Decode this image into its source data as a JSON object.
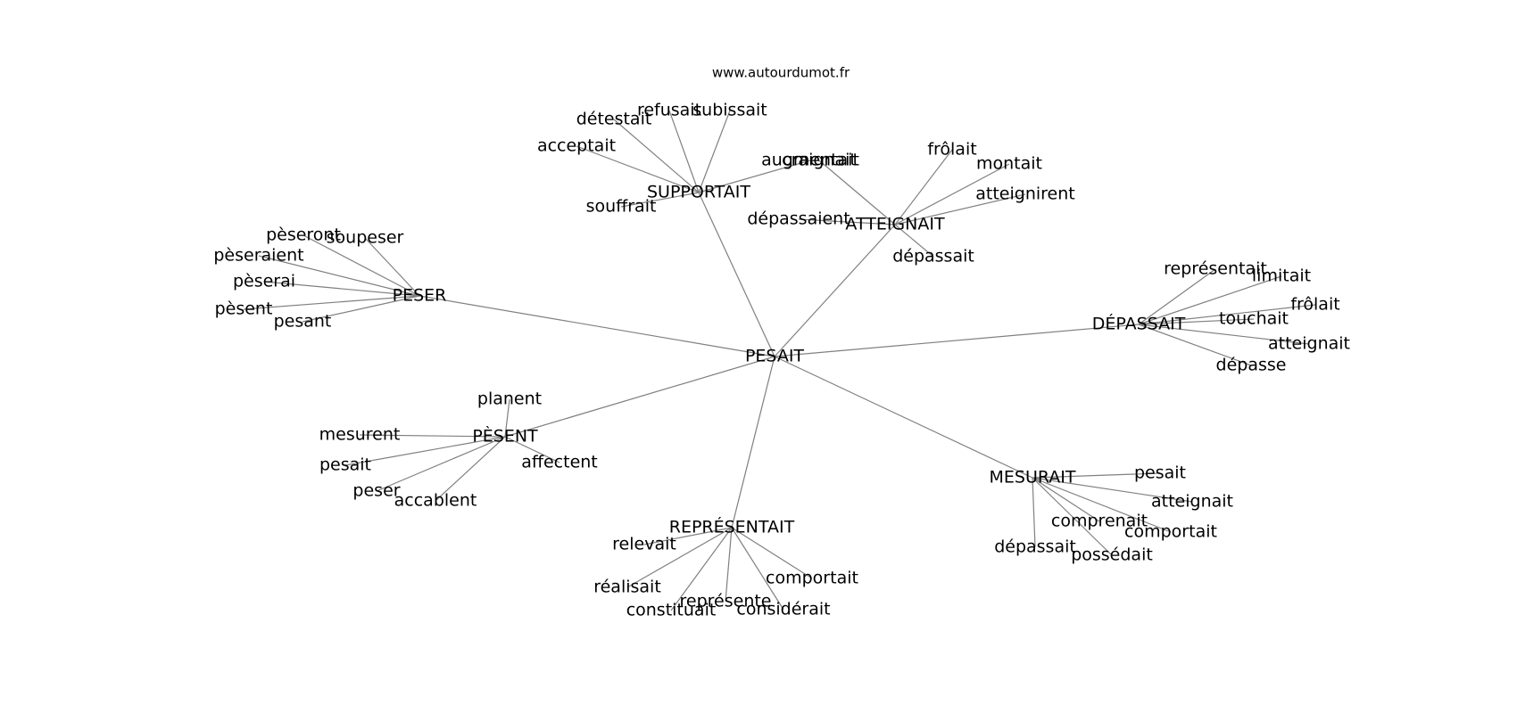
{
  "site": "www.autourdumot.fr",
  "center": "PESAIT",
  "clusters": [
    {
      "hub": "SUPPORTAIT",
      "leaves": [
        "refusait",
        "subissait",
        "détestait",
        "acceptait",
        "souffrait",
        "augmentait"
      ]
    },
    {
      "hub": "ATTEIGNAIT",
      "leaves": [
        "frôlait",
        "montait",
        "atteignirent",
        "craignait",
        "dépassaient",
        "dépassait"
      ]
    },
    {
      "hub": "PESER",
      "leaves": [
        "pèseront",
        "soupeser",
        "pèseraient",
        "pèserai",
        "pèsent",
        "pesant"
      ]
    },
    {
      "hub": "DÉPASSAIT",
      "leaves": [
        "représentait",
        "limitait",
        "frôlait",
        "touchait",
        "atteignait",
        "dépasse"
      ]
    },
    {
      "hub": "PÈSENT",
      "leaves": [
        "planent",
        "mesurent",
        "pesait",
        "peser",
        "accablent",
        "affectent"
      ]
    },
    {
      "hub": "REPRÉSENTAIT",
      "leaves": [
        "relevait",
        "réalisait",
        "constituait",
        "représente",
        "considérait",
        "comportait"
      ]
    },
    {
      "hub": "MESURAIT",
      "leaves": [
        "pesait",
        "atteignait",
        "comprenait",
        "comportait",
        "dépassait",
        "possédait"
      ]
    }
  ]
}
